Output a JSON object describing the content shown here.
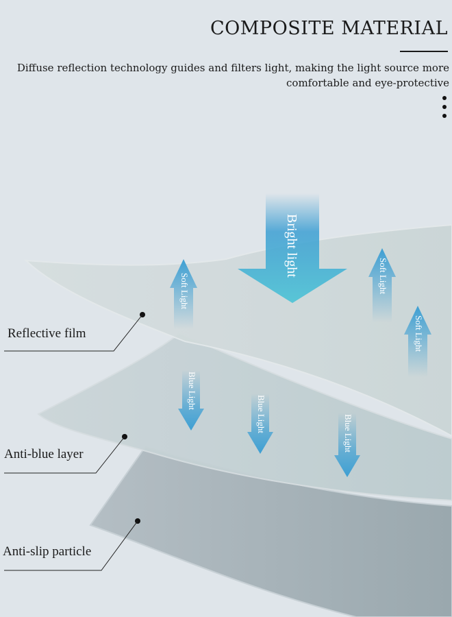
{
  "header": {
    "title": "COMPOSITE MATERIAL",
    "description_line1": "Diffuse reflection technology guides and filters light, making the light source more",
    "description_line2": "comfortable and eye-protective"
  },
  "arrows": {
    "bright": "Bright light",
    "soft": "Soft Light",
    "blue": "Blue Light"
  },
  "layers": {
    "reflective": "Reflective film",
    "anti_blue": "Anti-blue layer",
    "anti_slip": "Anti-slip particle"
  },
  "colors": {
    "background": "#dfe5ea",
    "arrow_blue": "#3d9fd3",
    "arrow_cyan": "#59c6d6"
  }
}
